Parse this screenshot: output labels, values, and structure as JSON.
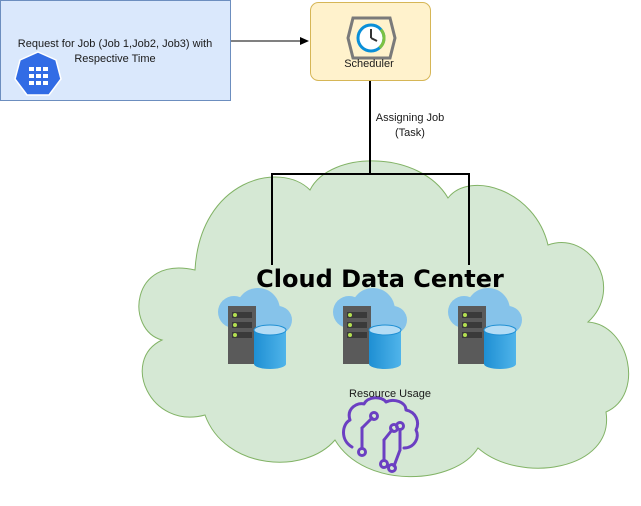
{
  "request_box": {
    "text": "Request for Job (Job 1,Job2, Job3) with Respective Time",
    "icon": "kubernetes-grid-icon"
  },
  "scheduler": {
    "label": "Scheduler",
    "icon": "scheduler-clock-icon"
  },
  "edge_label": "Assigning Job (Task)",
  "cloud": {
    "title": "Cloud Data Center",
    "servers": [
      "server-storage-icon",
      "server-storage-icon",
      "server-storage-icon"
    ]
  },
  "resource_usage": {
    "label": "Resource Usage",
    "icon": "network-brain-icon"
  },
  "colors": {
    "request_fill": "#dae8fc",
    "request_border": "#6c8ebf",
    "scheduler_fill": "#fff2cc",
    "scheduler_border": "#d6b656",
    "cloud_fill": "#d5e8d4",
    "cloud_border": "#82b366",
    "accent_blue": "#326ce5",
    "usage_purple": "#6b3fc2"
  }
}
